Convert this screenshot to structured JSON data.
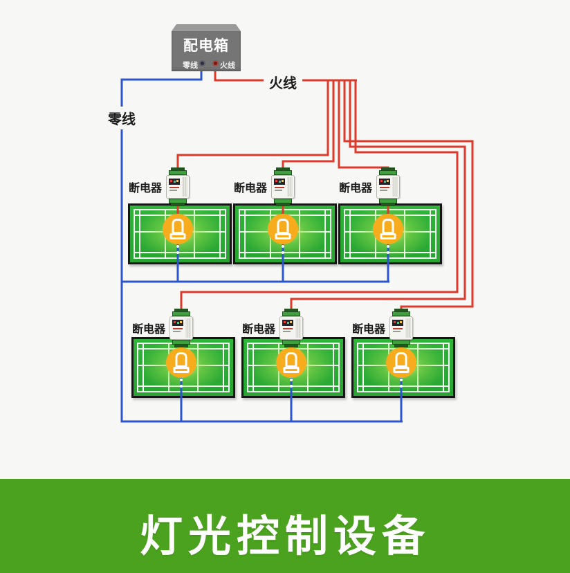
{
  "page": {
    "background": "#f7f7f5"
  },
  "distribution_box": {
    "title": "配电箱",
    "neutral_terminal_label": "零线",
    "live_terminal_label": "火线"
  },
  "wires": {
    "live_label": "火线",
    "neutral_label": "零线",
    "live_color": "#de3a2b",
    "neutral_color": "#2b54cf"
  },
  "breakers": {
    "label": "断电器"
  },
  "banner": {
    "title": "灯光控制设备",
    "background": "#4ba21e",
    "text_color": "#ffffff"
  }
}
